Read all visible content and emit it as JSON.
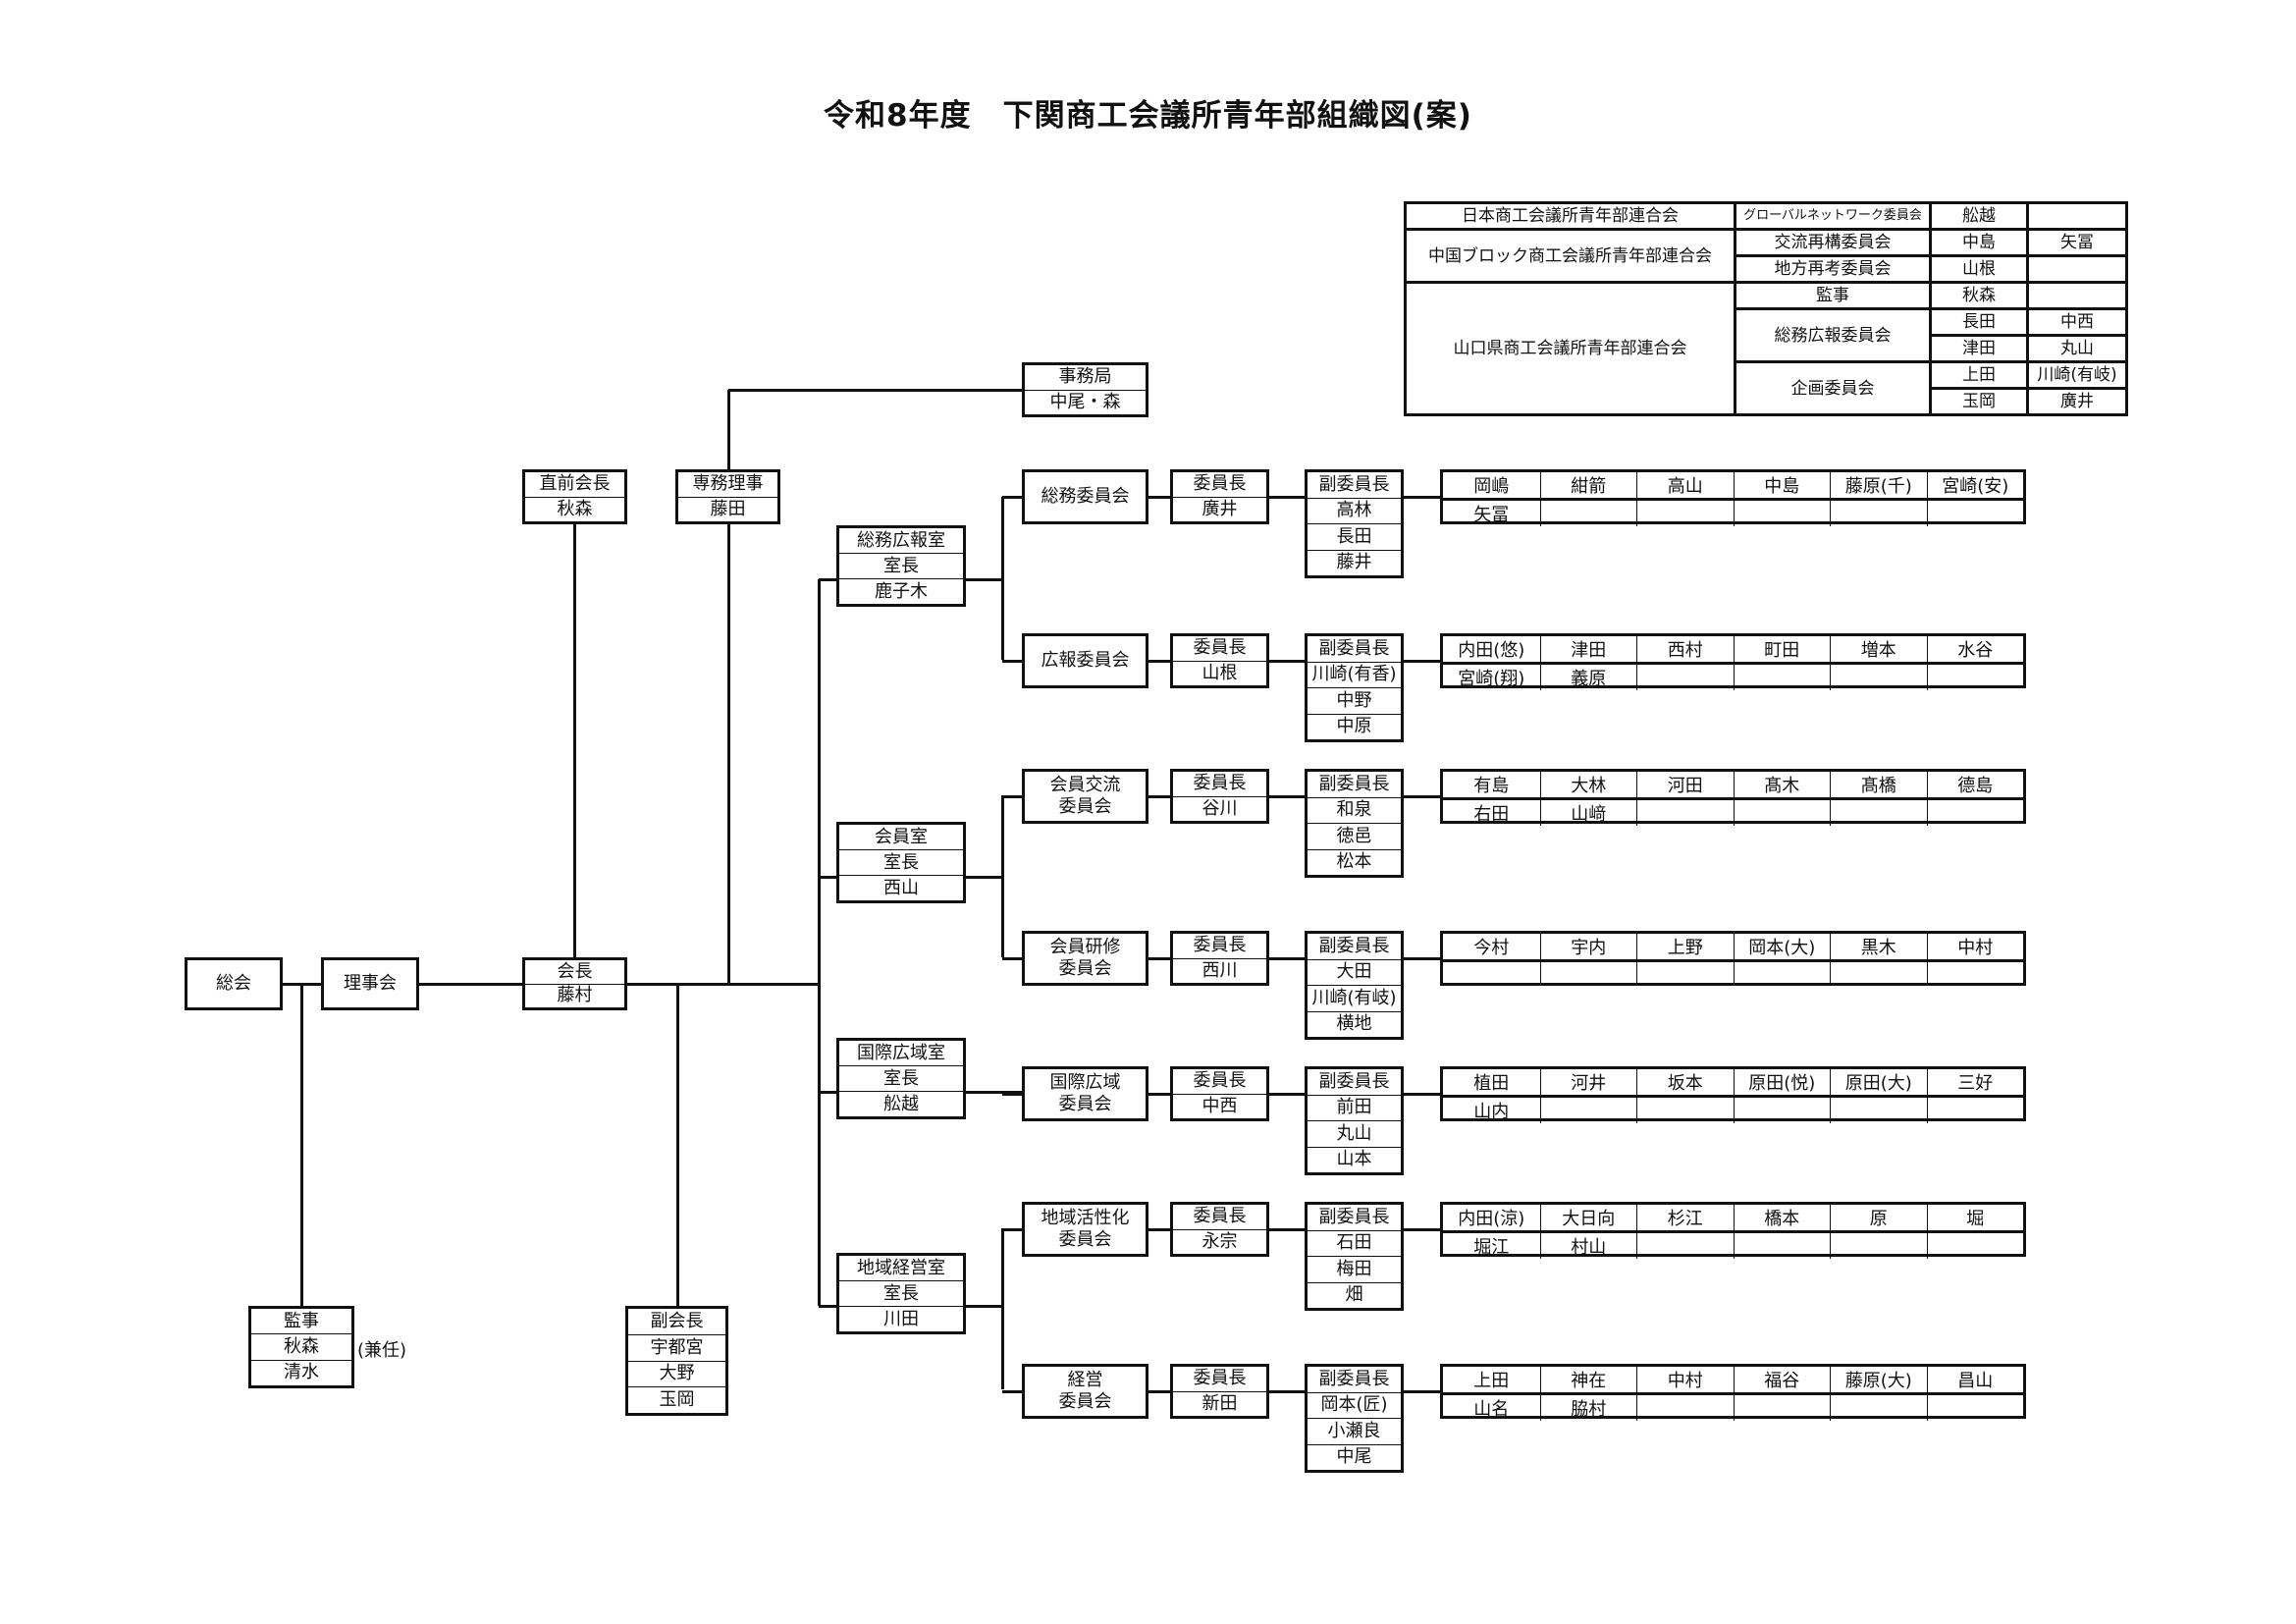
{
  "title": "令和8年度　下関商工会議所青年部組織図(案)",
  "top_table": {
    "org1": "日本商工会議所青年部連合会",
    "org2": "中国ブロック商工会議所青年部連合会",
    "org3": "山口県商工会議所青年部連合会",
    "rows": [
      {
        "committee": "グローバルネットワーク委員会",
        "a": "舩越",
        "b": ""
      },
      {
        "committee": "交流再構委員会",
        "a": "中島",
        "b": "矢冨"
      },
      {
        "committee": "地方再考委員会",
        "a": "山根",
        "b": ""
      },
      {
        "committee": "監事",
        "a": "秋森",
        "b": ""
      },
      {
        "committee": "総務広報委員会",
        "a": "長田",
        "b": "中西"
      },
      {
        "committee": "",
        "a": "津田",
        "b": "丸山"
      },
      {
        "committee": "企画委員会",
        "a": "上田",
        "b": "川崎(有岐)"
      },
      {
        "committee": "",
        "a": "玉岡",
        "b": "廣井"
      }
    ]
  },
  "nodes": {
    "general_assembly": [
      "総会"
    ],
    "board": [
      "理事会"
    ],
    "chairman": [
      "会長",
      "藤村"
    ],
    "former_chairman": [
      "直前会長",
      "秋森"
    ],
    "executive_director": [
      "専務理事",
      "藤田"
    ],
    "secretariat": [
      "事務局",
      "中尾・森"
    ],
    "auditors": [
      "監事",
      "秋森",
      "清水"
    ],
    "auditor_note": "(兼任)",
    "vice_chairmen": [
      "副会長",
      "宇都宮",
      "大野",
      "玉岡"
    ]
  },
  "rooms": [
    [
      "総務広報室",
      "室長",
      "鹿子木"
    ],
    [
      "会員室",
      "室長",
      "西山"
    ],
    [
      "国際広域室",
      "室長",
      "舩越"
    ],
    [
      "地域経営室",
      "室長",
      "川田"
    ]
  ],
  "committees": [
    {
      "name": "総務委員会",
      "chair": [
        "委員長",
        "廣井"
      ],
      "vice": [
        "副委員長",
        "高林",
        "長田",
        "藤井"
      ],
      "members": [
        [
          "岡嶋",
          "紺箭",
          "高山",
          "中島",
          "藤原(千)",
          "宮崎(安)"
        ],
        [
          "矢冨",
          "",
          "",
          "",
          "",
          ""
        ]
      ]
    },
    {
      "name": "広報委員会",
      "chair": [
        "委員長",
        "山根"
      ],
      "vice": [
        "副委員長",
        "川崎(有香)",
        "中野",
        "中原"
      ],
      "members": [
        [
          "内田(悠)",
          "津田",
          "西村",
          "町田",
          "増本",
          "水谷"
        ],
        [
          "宮崎(翔)",
          "義原",
          "",
          "",
          "",
          ""
        ]
      ]
    },
    {
      "name": "会員交流\n委員会",
      "chair": [
        "委員長",
        "谷川"
      ],
      "vice": [
        "副委員長",
        "和泉",
        "徳邑",
        "松本"
      ],
      "members": [
        [
          "有島",
          "大林",
          "河田",
          "髙木",
          "髙橋",
          "德島"
        ],
        [
          "右田",
          "山﨑",
          "",
          "",
          "",
          ""
        ]
      ]
    },
    {
      "name": "会員研修\n委員会",
      "chair": [
        "委員長",
        "西川"
      ],
      "vice": [
        "副委員長",
        "大田",
        "川崎(有岐)",
        "横地"
      ],
      "members": [
        [
          "今村",
          "宇内",
          "上野",
          "岡本(大)",
          "黒木",
          "中村"
        ],
        [
          "",
          "",
          "",
          "",
          "",
          ""
        ]
      ]
    },
    {
      "name": "国際広域\n委員会",
      "chair": [
        "委員長",
        "中西"
      ],
      "vice": [
        "副委員長",
        "前田",
        "丸山",
        "山本"
      ],
      "members": [
        [
          "植田",
          "河井",
          "坂本",
          "原田(悦)",
          "原田(大)",
          "三好"
        ],
        [
          "山内",
          "",
          "",
          "",
          "",
          ""
        ]
      ]
    },
    {
      "name": "地域活性化\n委員会",
      "chair": [
        "委員長",
        "永宗"
      ],
      "vice": [
        "副委員長",
        "石田",
        "梅田",
        "畑"
      ],
      "members": [
        [
          "内田(涼)",
          "大日向",
          "杉江",
          "橋本",
          "原",
          "堀"
        ],
        [
          "堀江",
          "村山",
          "",
          "",
          "",
          ""
        ]
      ]
    },
    {
      "name": "経営\n委員会",
      "chair": [
        "委員長",
        "新田"
      ],
      "vice": [
        "副委員長",
        "岡本(匠)",
        "小瀬良",
        "中尾"
      ],
      "members": [
        [
          "上田",
          "神在",
          "中村",
          "福谷",
          "藤原(大)",
          "昌山"
        ],
        [
          "山名",
          "脇村",
          "",
          "",
          "",
          ""
        ]
      ]
    }
  ]
}
